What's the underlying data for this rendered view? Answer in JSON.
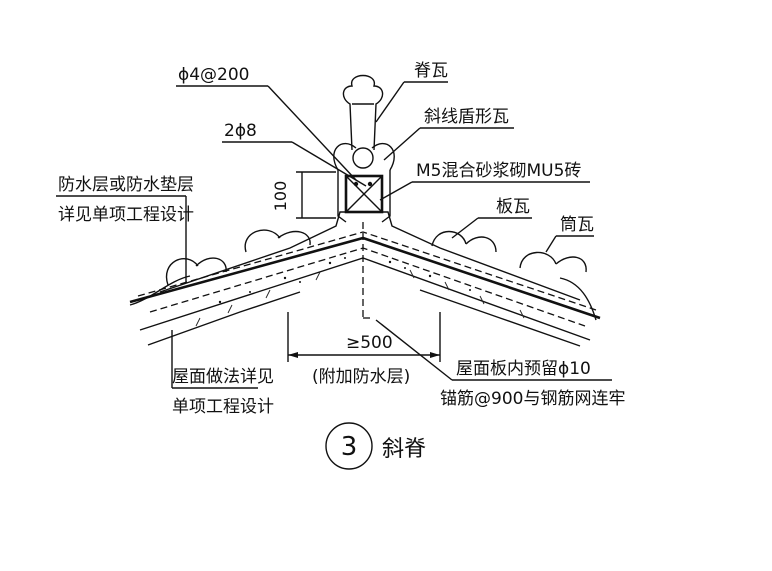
{
  "labels": {
    "rebar_phi4": "ϕ4@200",
    "rebar_2phi8": "2ϕ8",
    "ridge_tile": "脊瓦",
    "shield_tile": "斜线盾形瓦",
    "mortar_brick": "M5混合砂浆砌MU5砖",
    "waterproof_line1": "防水层或防水垫层",
    "waterproof_line2": "详见单项工程设计",
    "dim_100": "100",
    "plate_tile": "板瓦",
    "tube_tile": "筒瓦",
    "dim_500": "≥500",
    "extra_waterproof": "(附加防水层)",
    "roof_method_line1": "屋面做法详见",
    "roof_method_line2": "单项工程设计",
    "anchor_line1": "屋面板内预留ϕ10",
    "anchor_line2": "锚筋@900与钢筋网连牢",
    "detail_number": "3",
    "detail_title": "斜脊"
  }
}
